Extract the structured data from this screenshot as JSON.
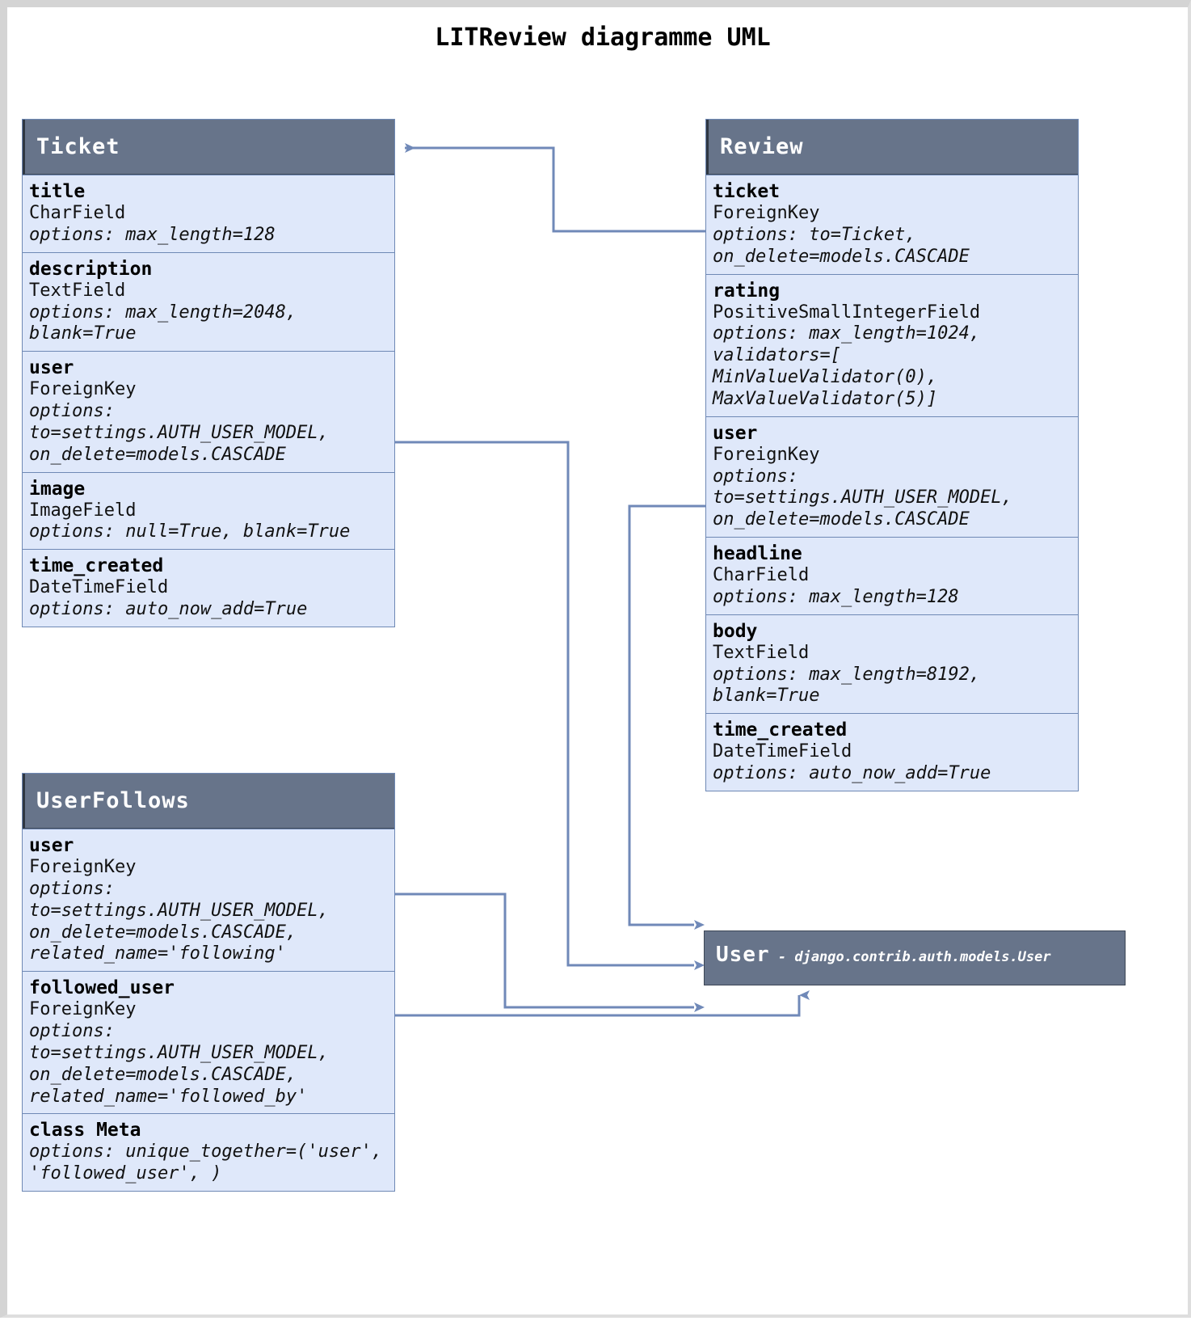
{
  "title": "LITReview diagramme UML",
  "colors": {
    "header_fill": "#67748a",
    "body_fill": "#dfe8fa",
    "border": "#6f89b5",
    "connector": "#7089b8",
    "page_border": "#d4d4d4"
  },
  "classes": {
    "ticket": {
      "name": "Ticket",
      "fields": [
        {
          "name": "title",
          "type": "CharField",
          "options": "options: max_length=128"
        },
        {
          "name": "description",
          "type": "TextField",
          "options": "options: max_length=2048,\nblank=True"
        },
        {
          "name": "user",
          "type": "ForeignKey",
          "options": "options:\nto=settings.AUTH_USER_MODEL,\non_delete=models.CASCADE"
        },
        {
          "name": "image",
          "type": "ImageField",
          "options": "options: null=True, blank=True"
        },
        {
          "name": "time_created",
          "type": "DateTimeField",
          "options": "options: auto_now_add=True"
        }
      ]
    },
    "review": {
      "name": "Review",
      "fields": [
        {
          "name": "ticket",
          "type": "ForeignKey",
          "options": "options: to=Ticket,\non_delete=models.CASCADE"
        },
        {
          "name": "rating",
          "type": "PositiveSmallIntegerField",
          "options": "options: max_length=1024,\nvalidators=[\nMinValueValidator(0),\nMaxValueValidator(5)]"
        },
        {
          "name": "user",
          "type": "ForeignKey",
          "options": "options:\nto=settings.AUTH_USER_MODEL,\non_delete=models.CASCADE"
        },
        {
          "name": "headline",
          "type": "CharField",
          "options": "options: max_length=128"
        },
        {
          "name": "body",
          "type": "TextField",
          "options": "options: max_length=8192,\nblank=True"
        },
        {
          "name": "time_created",
          "type": "DateTimeField",
          "options": "options: auto_now_add=True"
        }
      ]
    },
    "userfollows": {
      "name": "UserFollows",
      "fields": [
        {
          "name": "user",
          "type": "ForeignKey",
          "options": "options:\nto=settings.AUTH_USER_MODEL,\non_delete=models.CASCADE,\nrelated_name='following'"
        },
        {
          "name": "followed_user",
          "type": "ForeignKey",
          "options": "options:\nto=settings.AUTH_USER_MODEL,\non_delete=models.CASCADE,\nrelated_name='followed_by'"
        },
        {
          "name": "class Meta",
          "type": "",
          "options": "options: unique_together=('user',\n'followed_user', )"
        }
      ]
    },
    "user": {
      "name": "User",
      "separator": " - ",
      "path": "django.contrib.auth.models.User"
    }
  },
  "relations": [
    {
      "from": "Review.ticket",
      "to": "Ticket",
      "label": ""
    },
    {
      "from": "Ticket.user",
      "to": "User",
      "label": ""
    },
    {
      "from": "Review.user",
      "to": "User",
      "label": ""
    },
    {
      "from": "UserFollows.user",
      "to": "User",
      "label": ""
    },
    {
      "from": "UserFollows.followed_user",
      "to": "User",
      "label": ""
    }
  ]
}
